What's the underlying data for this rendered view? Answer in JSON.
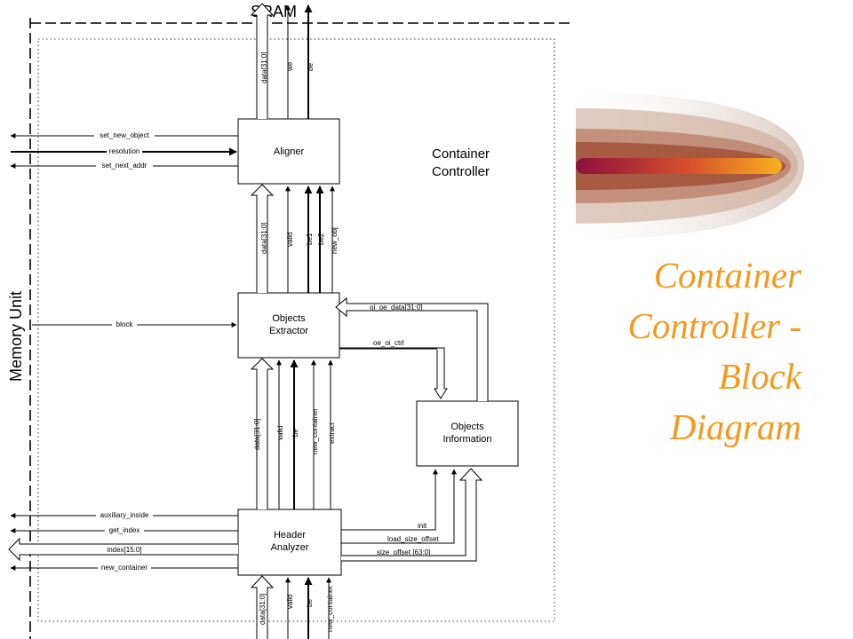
{
  "diagram": {
    "top_label": "SRAM",
    "memory_unit_label": "Memory Unit",
    "container_label": [
      "Container",
      "Controller"
    ],
    "blocks": {
      "aligner": [
        "Aligner"
      ],
      "objects_extractor": [
        "Objects",
        "Extractor"
      ],
      "objects_information": [
        "Objects",
        "Information"
      ],
      "header_analyzer": [
        "Header",
        "Analyzer"
      ]
    },
    "signals": {
      "sram_data": "data[31:0]",
      "sram_we": "we",
      "sram_be": "be",
      "set_new_object": "set_new_object",
      "resolution": "resolution",
      "set_next_addr": "set_next_addr",
      "ex_data": "data[31:0]",
      "ex_valid": "valid",
      "ex_be1": "be1",
      "ex_be2": "be2",
      "ex_new_obj": "new_obj",
      "block": "block",
      "oi_oe_data": "oi_oe_data[31:0]",
      "oe_oi_ctrl": "oe_oi_ctrl",
      "ha_data": "data[31:0]",
      "ha_valid": "valid",
      "ha_be": "be",
      "ha_new_container": "new_container",
      "ha_extract": "extract",
      "auxiliary_inside": "auxiliary_inside",
      "get_index": "get_index",
      "index": "index[15:0]",
      "new_container_out": "new_container",
      "init": "init",
      "load_size_offset": "load_size_offset",
      "size_offset": "size_offset [63:0]",
      "in_data": "data[31:0]",
      "in_valid": "valid",
      "in_be": "be",
      "in_new_container": "new_container"
    }
  },
  "slide_title": [
    "Container",
    "Controller -",
    "Block",
    "Diagram"
  ],
  "colors": {
    "title": "#F39A1E",
    "beam_core": "#8B1040",
    "beam_tip": "#F5A623"
  }
}
